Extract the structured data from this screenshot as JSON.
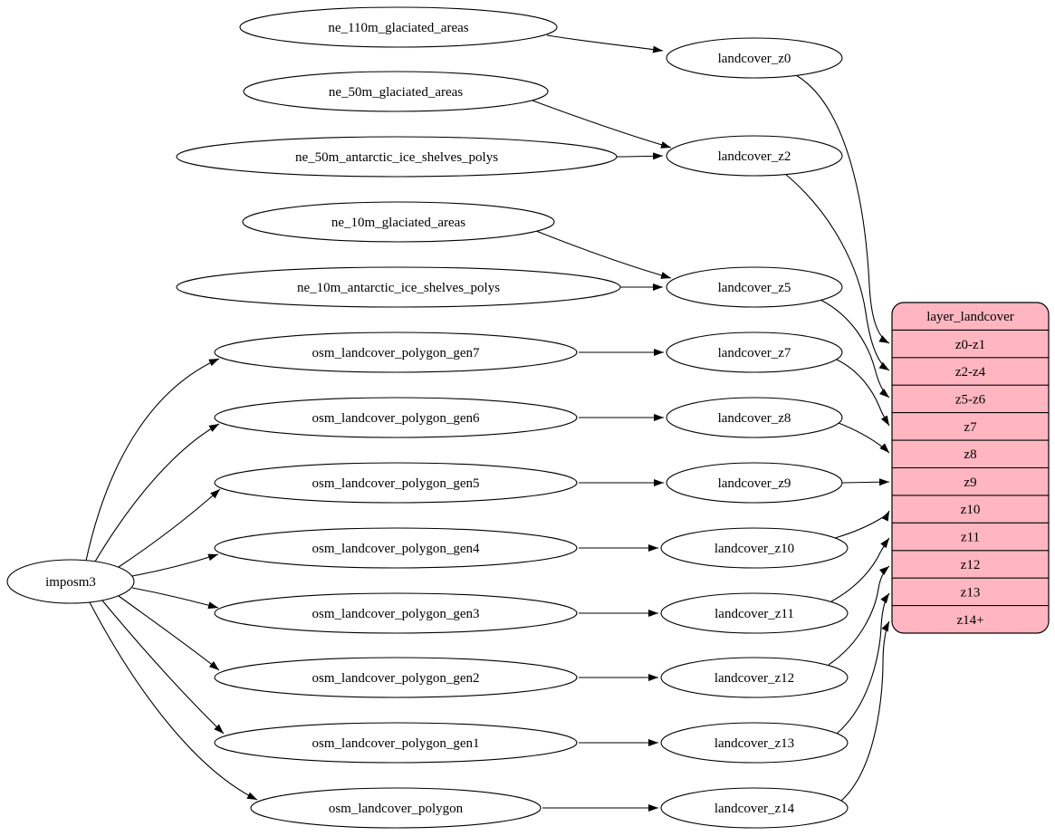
{
  "diagram": {
    "kind": "etl-flow-graph",
    "background": "#ffffff",
    "edge_color": "#000000",
    "node_fill": "#ffffff",
    "node_stroke": "#000000"
  },
  "nodes": {
    "imposm3": "imposm3",
    "ne_110m_glaciated_areas": "ne_110m_glaciated_areas",
    "ne_50m_glaciated_areas": "ne_50m_glaciated_areas",
    "ne_50m_antarctic_ice_shelves_polys": "ne_50m_antarctic_ice_shelves_polys",
    "ne_10m_glaciated_areas": "ne_10m_glaciated_areas",
    "ne_10m_antarctic_ice_shelves_polys": "ne_10m_antarctic_ice_shelves_polys",
    "osm_landcover_polygon_gen7": "osm_landcover_polygon_gen7",
    "osm_landcover_polygon_gen6": "osm_landcover_polygon_gen6",
    "osm_landcover_polygon_gen5": "osm_landcover_polygon_gen5",
    "osm_landcover_polygon_gen4": "osm_landcover_polygon_gen4",
    "osm_landcover_polygon_gen3": "osm_landcover_polygon_gen3",
    "osm_landcover_polygon_gen2": "osm_landcover_polygon_gen2",
    "osm_landcover_polygon_gen1": "osm_landcover_polygon_gen1",
    "osm_landcover_polygon": "osm_landcover_polygon",
    "landcover_z0": "landcover_z0",
    "landcover_z2": "landcover_z2",
    "landcover_z5": "landcover_z5",
    "landcover_z7": "landcover_z7",
    "landcover_z8": "landcover_z8",
    "landcover_z9": "landcover_z9",
    "landcover_z10": "landcover_z10",
    "landcover_z11": "landcover_z11",
    "landcover_z12": "landcover_z12",
    "landcover_z13": "landcover_z13",
    "landcover_z14": "landcover_z14"
  },
  "table": {
    "title": "layer_landcover",
    "fill": "#ffb6c1",
    "rows": [
      "z0-z1",
      "z2-z4",
      "z5-z6",
      "z7",
      "z8",
      "z9",
      "z10",
      "z11",
      "z12",
      "z13",
      "z14+"
    ]
  },
  "edges": [
    {
      "from": "ne_110m_glaciated_areas",
      "to": "landcover_z0"
    },
    {
      "from": "ne_50m_glaciated_areas",
      "to": "landcover_z2"
    },
    {
      "from": "ne_50m_antarctic_ice_shelves_polys",
      "to": "landcover_z2"
    },
    {
      "from": "ne_10m_glaciated_areas",
      "to": "landcover_z5"
    },
    {
      "from": "ne_10m_antarctic_ice_shelves_polys",
      "to": "landcover_z5"
    },
    {
      "from": "imposm3",
      "to": "osm_landcover_polygon_gen7"
    },
    {
      "from": "imposm3",
      "to": "osm_landcover_polygon_gen6"
    },
    {
      "from": "imposm3",
      "to": "osm_landcover_polygon_gen5"
    },
    {
      "from": "imposm3",
      "to": "osm_landcover_polygon_gen4"
    },
    {
      "from": "imposm3",
      "to": "osm_landcover_polygon_gen3"
    },
    {
      "from": "imposm3",
      "to": "osm_landcover_polygon_gen2"
    },
    {
      "from": "imposm3",
      "to": "osm_landcover_polygon_gen1"
    },
    {
      "from": "imposm3",
      "to": "osm_landcover_polygon"
    },
    {
      "from": "osm_landcover_polygon_gen7",
      "to": "landcover_z7"
    },
    {
      "from": "osm_landcover_polygon_gen6",
      "to": "landcover_z8"
    },
    {
      "from": "osm_landcover_polygon_gen5",
      "to": "landcover_z9"
    },
    {
      "from": "osm_landcover_polygon_gen4",
      "to": "landcover_z10"
    },
    {
      "from": "osm_landcover_polygon_gen3",
      "to": "landcover_z11"
    },
    {
      "from": "osm_landcover_polygon_gen2",
      "to": "landcover_z12"
    },
    {
      "from": "osm_landcover_polygon_gen1",
      "to": "landcover_z13"
    },
    {
      "from": "osm_landcover_polygon",
      "to": "landcover_z14"
    },
    {
      "from": "landcover_z0",
      "to": "layer_landcover.z0-z1"
    },
    {
      "from": "landcover_z2",
      "to": "layer_landcover.z2-z4"
    },
    {
      "from": "landcover_z5",
      "to": "layer_landcover.z5-z6"
    },
    {
      "from": "landcover_z7",
      "to": "layer_landcover.z7"
    },
    {
      "from": "landcover_z8",
      "to": "layer_landcover.z8"
    },
    {
      "from": "landcover_z9",
      "to": "layer_landcover.z9"
    },
    {
      "from": "landcover_z10",
      "to": "layer_landcover.z10"
    },
    {
      "from": "landcover_z11",
      "to": "layer_landcover.z11"
    },
    {
      "from": "landcover_z12",
      "to": "layer_landcover.z12"
    },
    {
      "from": "landcover_z13",
      "to": "layer_landcover.z13"
    },
    {
      "from": "landcover_z14",
      "to": "layer_landcover.z14+"
    }
  ]
}
